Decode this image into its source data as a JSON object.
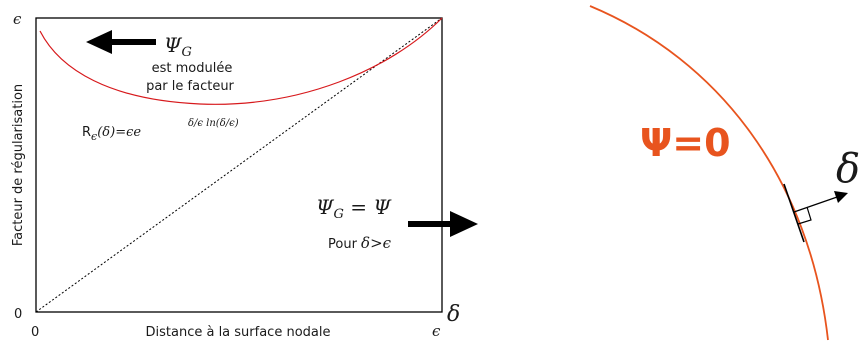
{
  "left_panel": {
    "y_axis_label": "Facteur de régularisation",
    "x_axis_label": "Distance à la surface nodale",
    "x_tick_start": "0",
    "x_tick_end": "ϵ",
    "x_axis_symbol": "δ",
    "y_tick_bottom": "0",
    "y_tick_top": "ϵ",
    "curve_note": {
      "symbol": "Ψ",
      "subscript": "G",
      "line1": "est modulée",
      "line2": "par le facteur"
    },
    "formula": {
      "lhs": "R",
      "lhs_sub": "ϵ",
      "arg": "(δ)=",
      "coeff": "ϵe",
      "exp": "δ/ϵ ln(δ/ϵ)"
    },
    "beyond_note": {
      "equation": "Ψ",
      "eq_sub": "G",
      "eq_rhs": " = Ψ",
      "condition_text": "Pour ",
      "condition_math": "δ>ϵ"
    },
    "colors": {
      "curve": "#d7191c",
      "axes": "#000000",
      "diagonal": "#000000"
    }
  },
  "right_panel": {
    "surface_label": "Ψ=0",
    "distance_symbol": "δ",
    "colors": {
      "surface": "#e8541e",
      "label": "#e8541e"
    }
  }
}
